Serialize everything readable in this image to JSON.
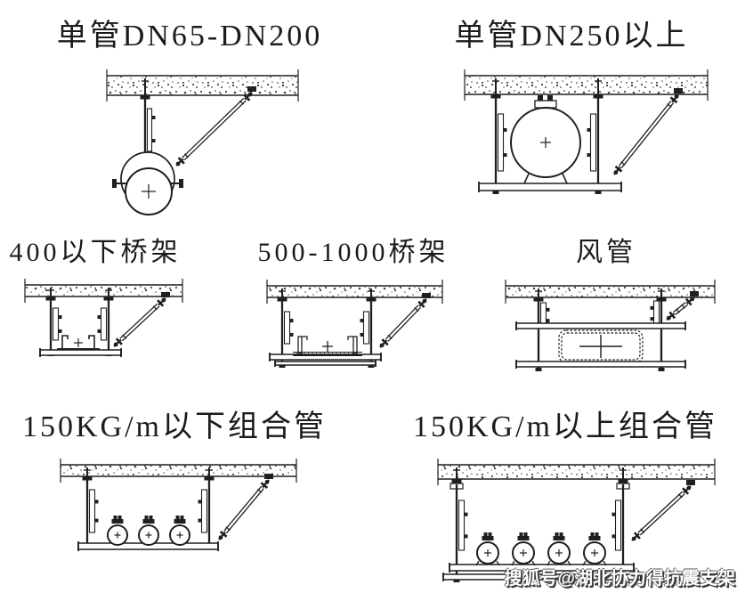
{
  "page": {
    "background_color": "#ffffff",
    "line_color": "#1f1f1f"
  },
  "panels": [
    {
      "id": "single-pipe-dn65-dn200",
      "title": "单管DN65-DN200"
    },
    {
      "id": "single-pipe-dn250-above",
      "title": "单管DN250以上"
    },
    {
      "id": "cable-tray-below-400",
      "title": "400以下桥架"
    },
    {
      "id": "cable-tray-500-1000",
      "title": "500-1000桥架"
    },
    {
      "id": "air-duct",
      "title": "风管"
    },
    {
      "id": "combined-pipes-below-150kg",
      "title": "150KG/m以下组合管",
      "pipe_count": 3
    },
    {
      "id": "combined-pipes-above-150kg",
      "title": "150KG/m以上组合管",
      "pipe_count": 4
    }
  ],
  "watermark": {
    "text": "搜狐号@湖北协力得抗震支架",
    "text_color": "#ffffff",
    "shadow_color": "#3c3c3c"
  }
}
